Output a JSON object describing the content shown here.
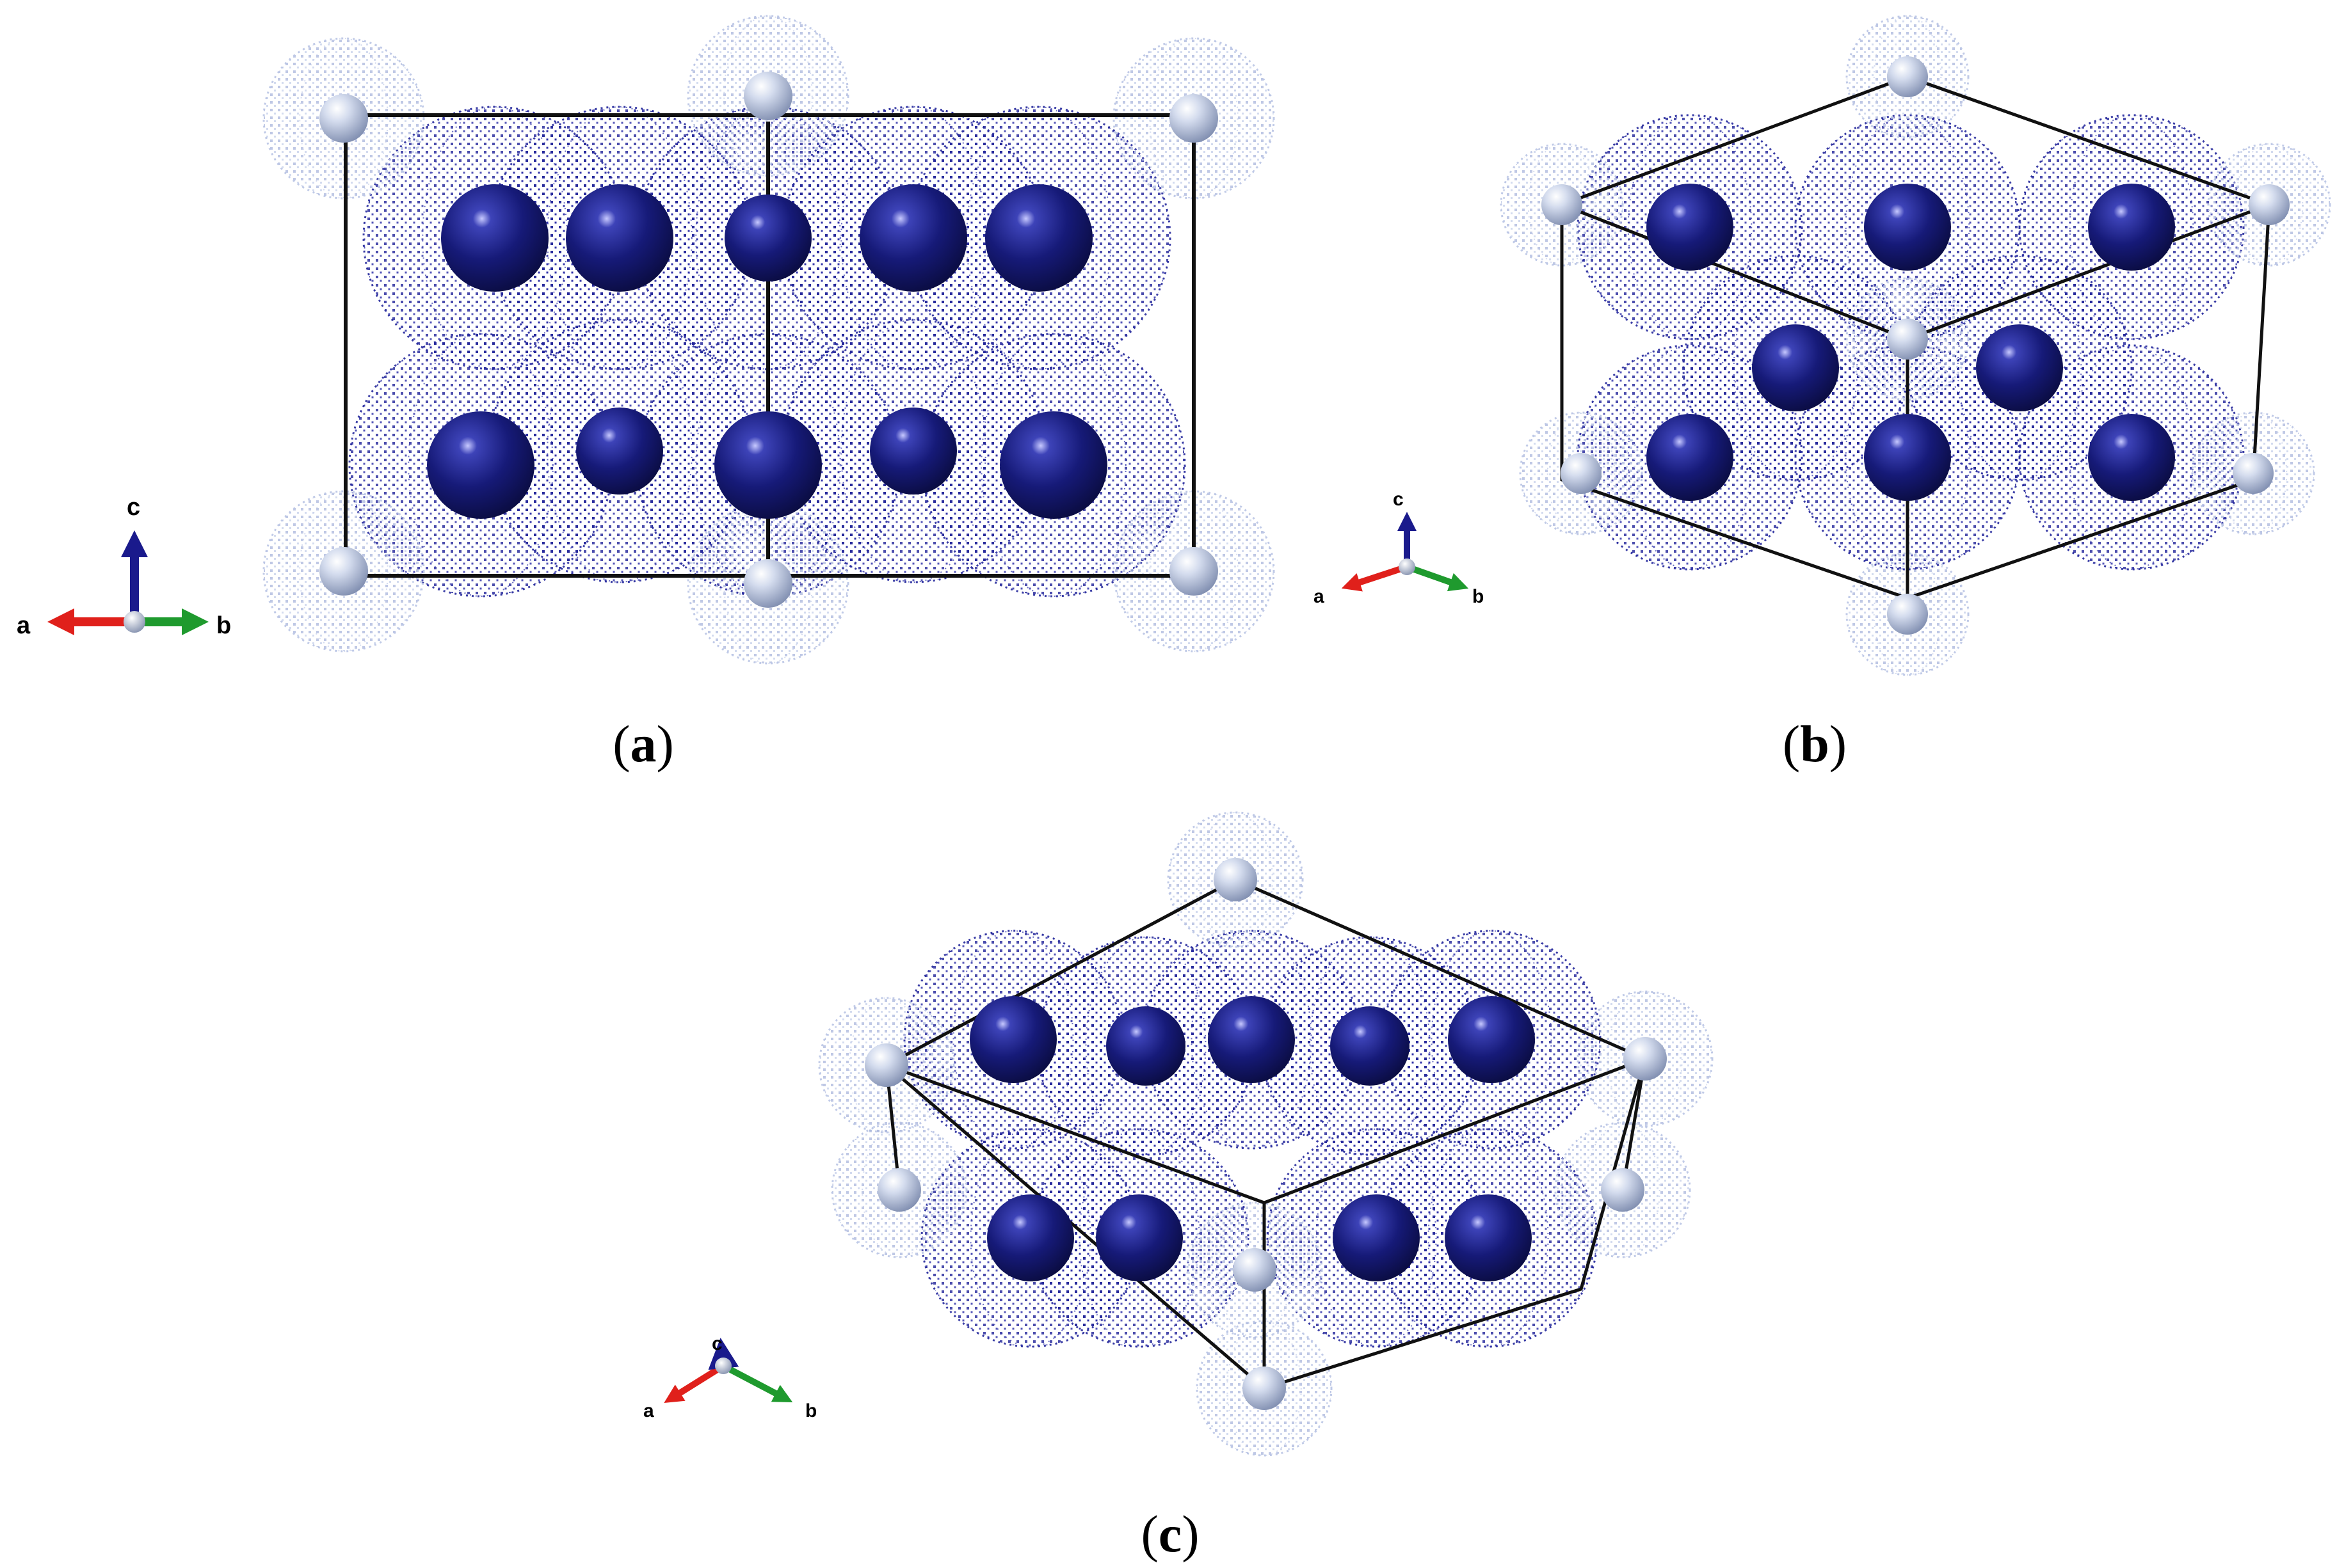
{
  "panels": [
    {
      "id": "a",
      "caption_open": "(",
      "caption_letter": "a",
      "caption_close": ")",
      "axes": {
        "a": "a",
        "b": "b",
        "c": "c"
      }
    },
    {
      "id": "b",
      "caption_open": "(",
      "caption_letter": "b",
      "caption_close": ")",
      "axes": {
        "a": "a",
        "b": "b",
        "c": "c"
      }
    },
    {
      "id": "c",
      "caption_open": "(",
      "caption_letter": "c",
      "caption_close": ")",
      "axes": {
        "a": "a",
        "b": "b",
        "c": "c"
      }
    }
  ],
  "colors": {
    "dark_atom": "#1a1a7e",
    "light_atom": "#b7c3e3",
    "axis_a": "#e0201b",
    "axis_b": "#1f9a2e",
    "axis_c": "#1a1a8c",
    "cell_edge": "#111111"
  }
}
